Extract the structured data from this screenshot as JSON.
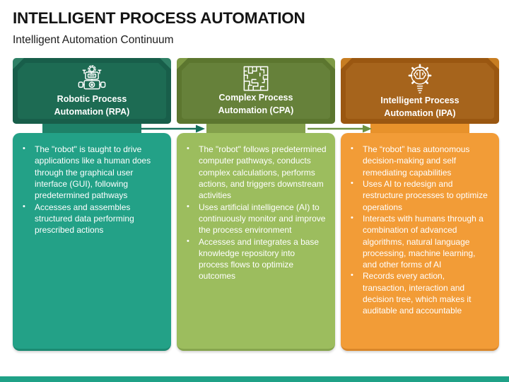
{
  "slide": {
    "title": "INTELLIGENT PROCESS AUTOMATION",
    "subtitle": "Intelligent Automation Continuum"
  },
  "footer": {
    "bar_color": "#1FA187"
  },
  "arrows": [
    {
      "name": "rpa-to-cpa-arrow",
      "color": "#15705B"
    },
    {
      "name": "cpa-to-ipa-arrow",
      "color": "#6D9141"
    }
  ],
  "columns": [
    {
      "title": "Robotic Process Automation (RPA)",
      "icon": "robot-icon",
      "colors": {
        "header_outer": "#185E4A",
        "header_highlight": "#2Fothing",
        "header_inner": "#1D6B53",
        "neck": "#1E8168",
        "body": "#23A187",
        "body_edge": "#1C8A72"
      },
      "bullets": [
        "The \"robot\" is taught to drive applications like a human does through the graphical user interface (GUI), following predetermined pathways",
        "Accesses and assembles structured data performing prescribed actions"
      ]
    },
    {
      "title": "Complex Process Automation (CPA)",
      "icon": "maze-icon",
      "colors": {
        "header_outer": "#5C762F",
        "header_highlight": "#7E9A45",
        "header_inner": "#66813A",
        "neck": "#84A14C",
        "body": "#9CBD5E",
        "body_edge": "#86A54E"
      },
      "bullets": [
        "The \"robot\" follows predetermined computer pathways, conducts complex calculations, performs actions, and triggers downstream activities",
        "Uses artificial intelligence (AI) to continuously monitor and improve the process environment",
        "Accesses and integrates a base knowledge repository into process flows to optimize outcomes"
      ]
    },
    {
      "title": "Intelligent Process Automation (IPA)",
      "icon": "brain-gear-bulb-icon",
      "colors": {
        "header_outer": "#9A5711",
        "header_highlight": "#C77D22",
        "header_inner": "#A6641C",
        "neck": "#E8922B",
        "body": "#F29C37",
        "body_edge": "#D9862A"
      },
      "bullets": [
        "The “robot” has autonomous decision-making and self remediating capabilities",
        "Uses AI to redesign and restructure processes to optimize operations",
        "Interacts with humans through a combination of advanced algorithms, natural language processing, machine learning, and other forms of AI",
        "Records every action, transaction, interaction and decision tree, which makes it auditable and accountable"
      ]
    }
  ]
}
